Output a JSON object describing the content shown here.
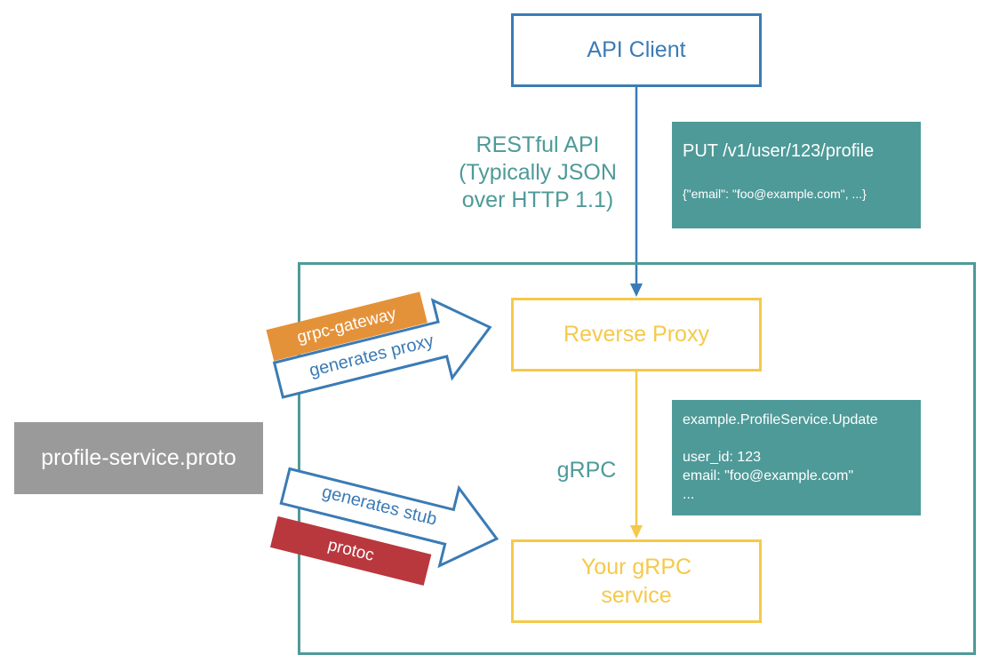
{
  "nodes": {
    "api_client": "API Client",
    "reverse_proxy": "Reverse Proxy",
    "grpc_service_line1": "Your gRPC",
    "grpc_service_line2": "service",
    "proto_file": "profile-service.proto"
  },
  "edges": {
    "rest_label_line1": "RESTful API",
    "rest_label_line2": "(Typically JSON",
    "rest_label_line3": "over HTTP 1.1)",
    "grpc_label": "gRPC"
  },
  "notes": {
    "rest_request": "PUT /v1/user/123/profile",
    "rest_body": "{\"email\": \"foo@example.com\", ...}",
    "grpc_method": "example.ProfileService.Update",
    "grpc_user_id": "user_id: 123",
    "grpc_email": "email: \"foo@example.com\"",
    "grpc_more": "..."
  },
  "generators": {
    "gateway_tool": "grpc-gateway",
    "gateway_action": "generates proxy",
    "protoc_tool": "protoc",
    "protoc_action": "generates stub"
  },
  "colors": {
    "blue": "#3b7bb5",
    "teal": "#4e9a98",
    "yellow": "#f5c94a",
    "orange": "#e4923a",
    "red": "#b8383e",
    "gray": "#9a9a9a"
  }
}
